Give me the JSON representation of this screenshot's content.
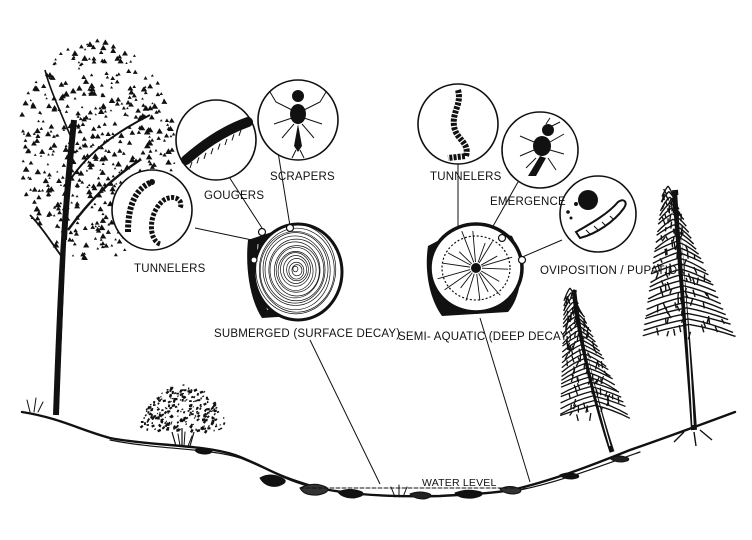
{
  "labels": {
    "tunnelers_left": "TUNNELERS",
    "gougers": "GOUGERS",
    "scrapers": "SCRAPERS",
    "submerged": "SUBMERGED (SURFACE DECAY)",
    "tunnelers_right": "TUNNELERS",
    "emergence": "EMERGENCE",
    "oviposition": "OVIPOSITION / PUPATION",
    "semi_aquatic": "SEMI- AQUATIC (DEEP DECAY)",
    "water_level": "WATER LEVEL"
  },
  "colors": {
    "ink": "#111111",
    "paper": "#ffffff"
  },
  "icons": [
    "deciduous-tree-icon",
    "shrub-icon",
    "conifer-tree-icon",
    "log-cross-section-icon",
    "larva-icon",
    "insect-icon",
    "egg-icon",
    "pupa-icon"
  ]
}
